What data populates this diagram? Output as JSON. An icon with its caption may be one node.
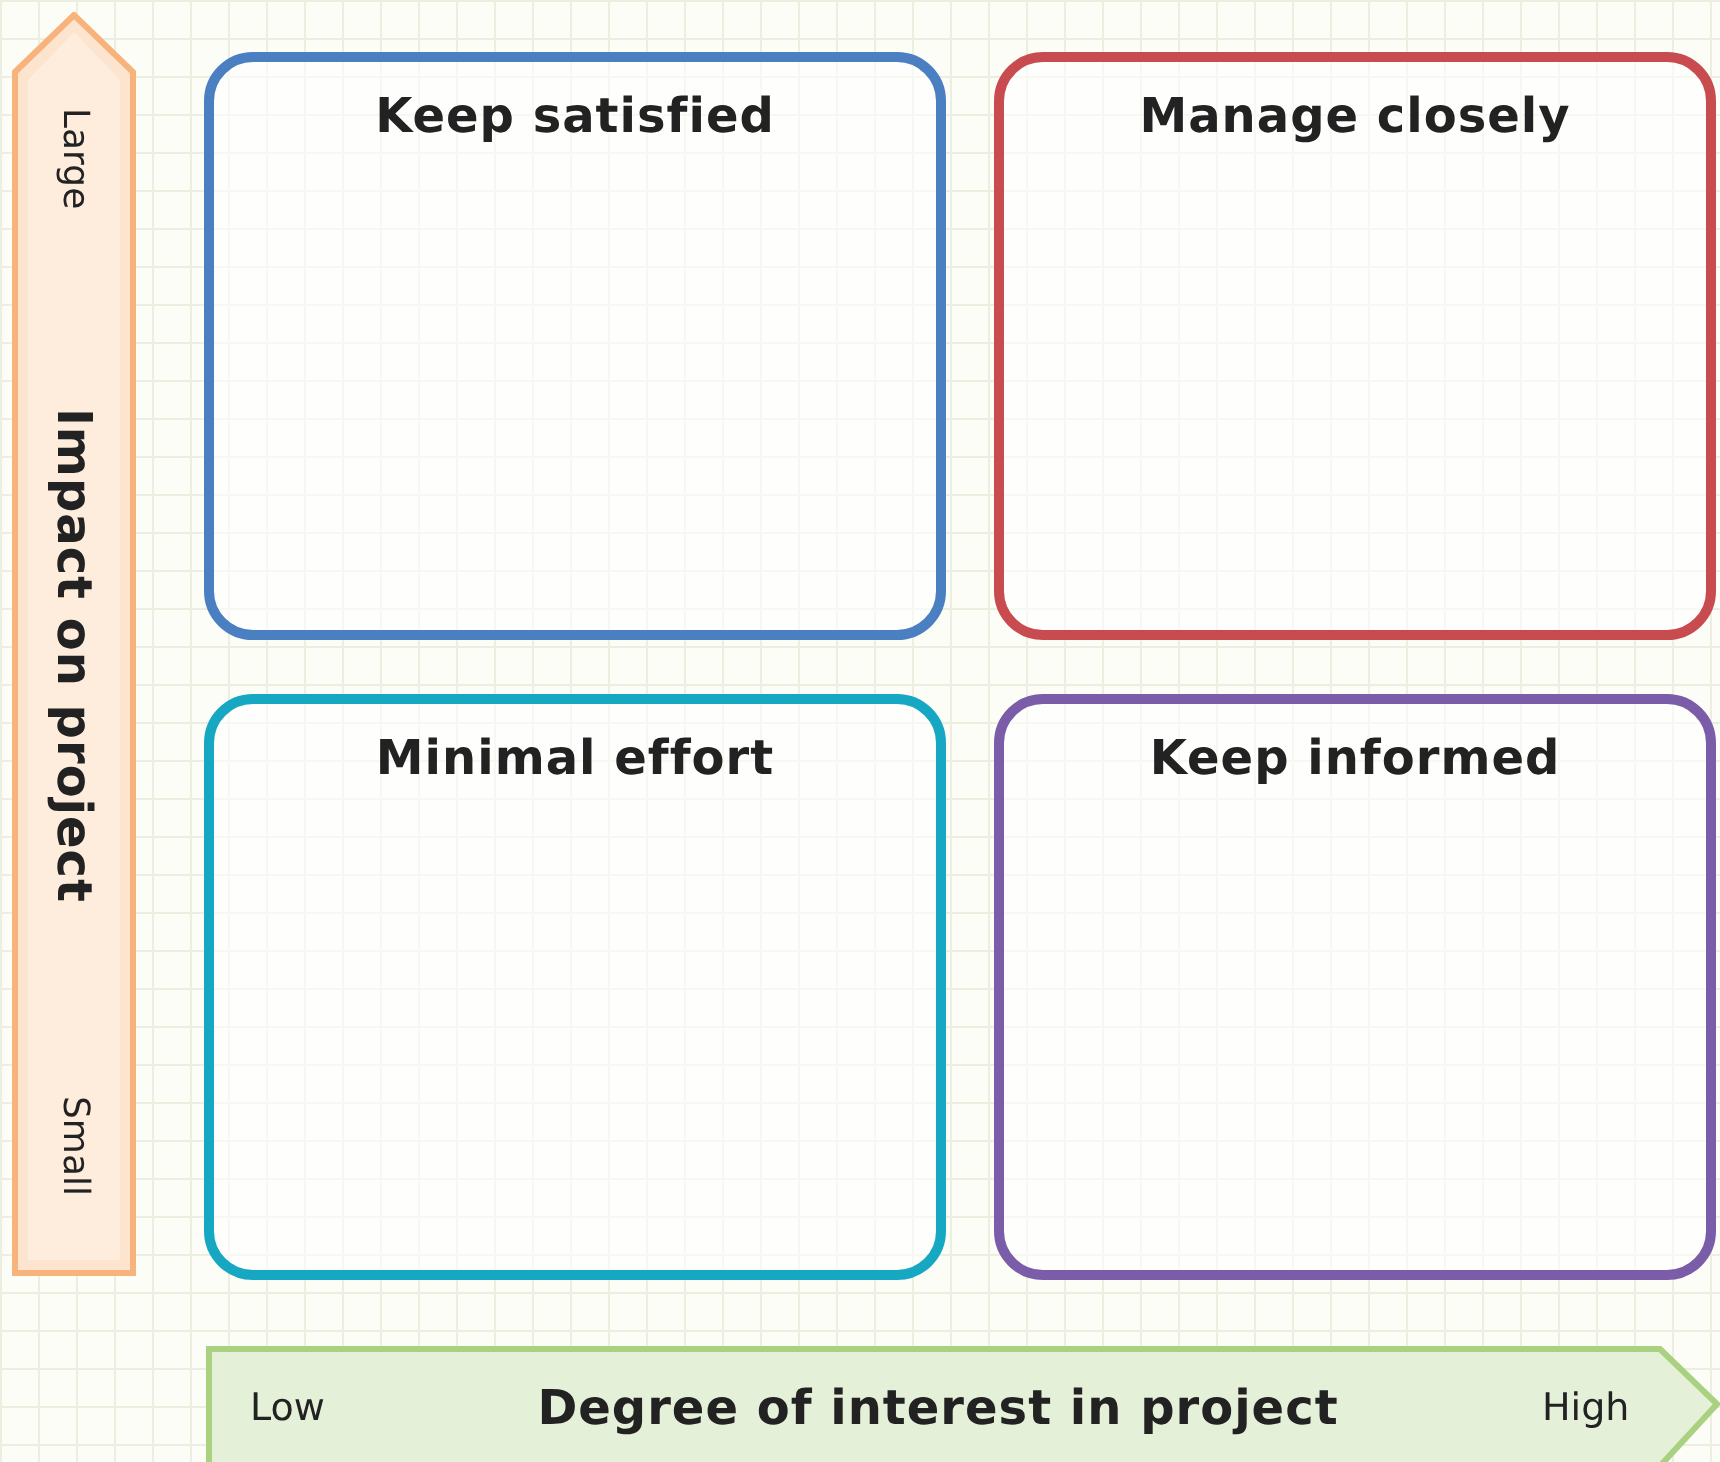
{
  "diagram": {
    "nodes": [
      {
        "text": [
          "Large",
          "Impact on project",
          "Small"
        ]
      },
      {
        "text": [
          "Keep satisfied"
        ]
      },
      {
        "text": [
          "Manage closely"
        ]
      },
      {
        "text": [
          "Minimal effort"
        ]
      },
      {
        "text": [
          "Keep informed"
        ]
      },
      {
        "text": [
          "Low",
          "Degree of interest in project",
          "High"
        ]
      }
    ]
  }
}
